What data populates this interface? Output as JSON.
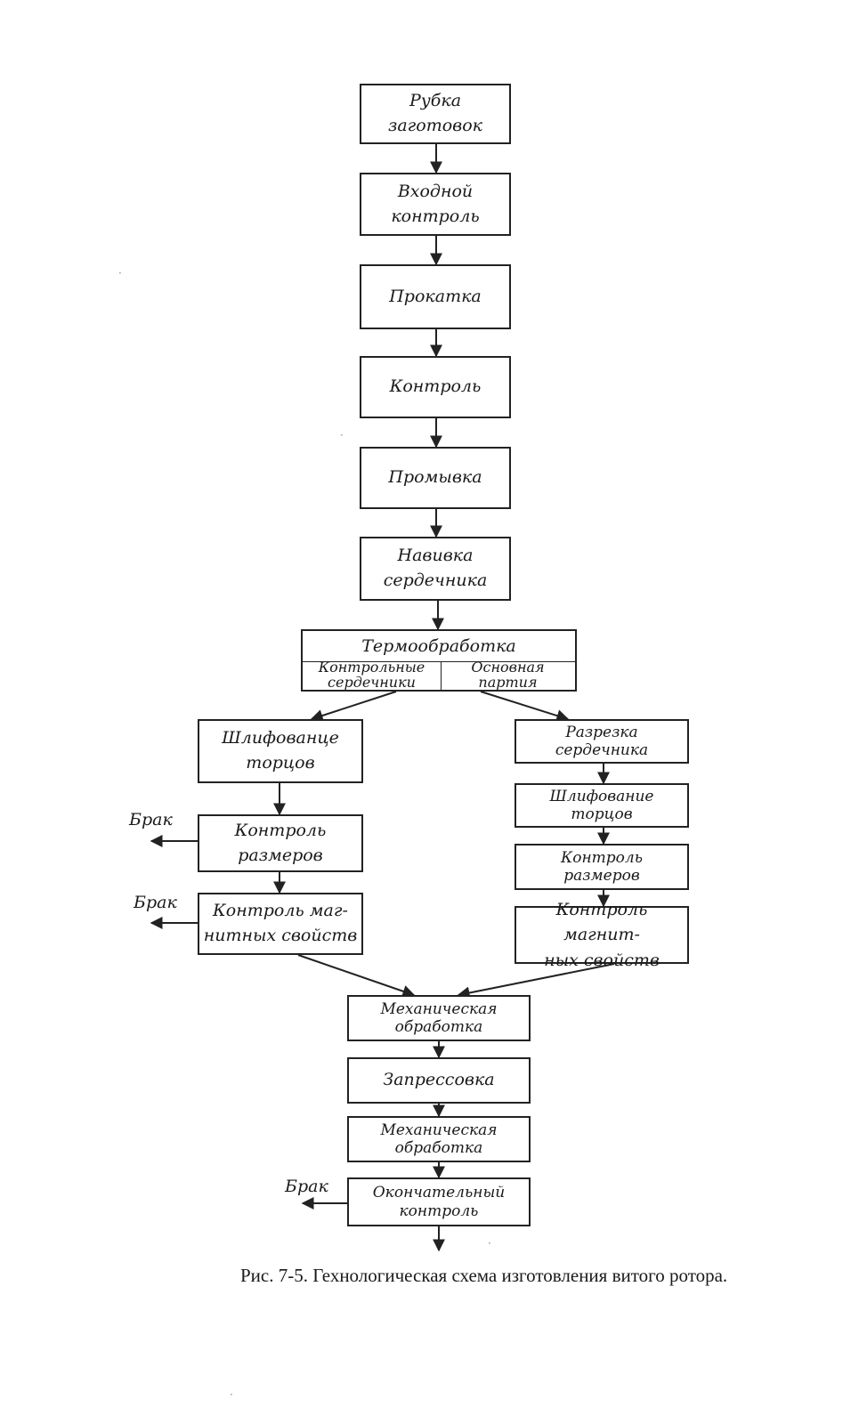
{
  "diagram": {
    "steps": {
      "cutting": "Рубка\nзаготовок",
      "input_control": "Входной\nконтроль",
      "rolling": "Прокатка",
      "control": "Контроль",
      "washing": "Промывка",
      "winding": "Навивка\nсердечника",
      "heat_treatment": "Термообработка",
      "control_cores": "Контрольные\nсердечники",
      "main_batch": "Основная\nпартия",
      "left_grinding": "Шлифованце\nторцов",
      "left_size_control": "Контроль\nразмеров",
      "left_magnetic_control": "Контроль маг-\nнитных свойств",
      "right_cutting": "Разрезка\nсердечника",
      "right_grinding": "Шлифование\nторцов",
      "right_size_control": "Контроль\nразмеров",
      "right_magnetic_control": "Контроль магнит-\nных свойств",
      "machining_1": "Механическая\nобработка",
      "pressing": "Запрессовка",
      "machining_2": "Механическая\nобработка",
      "final_control": "Окончательный\nконтроль"
    },
    "reject_label_1": "Брак",
    "reject_label_2": "Брак",
    "reject_label_3": "Брак"
  },
  "caption": {
    "text": "Рис. 7-5. Гехнологическая схема изготовления витого ротора."
  }
}
